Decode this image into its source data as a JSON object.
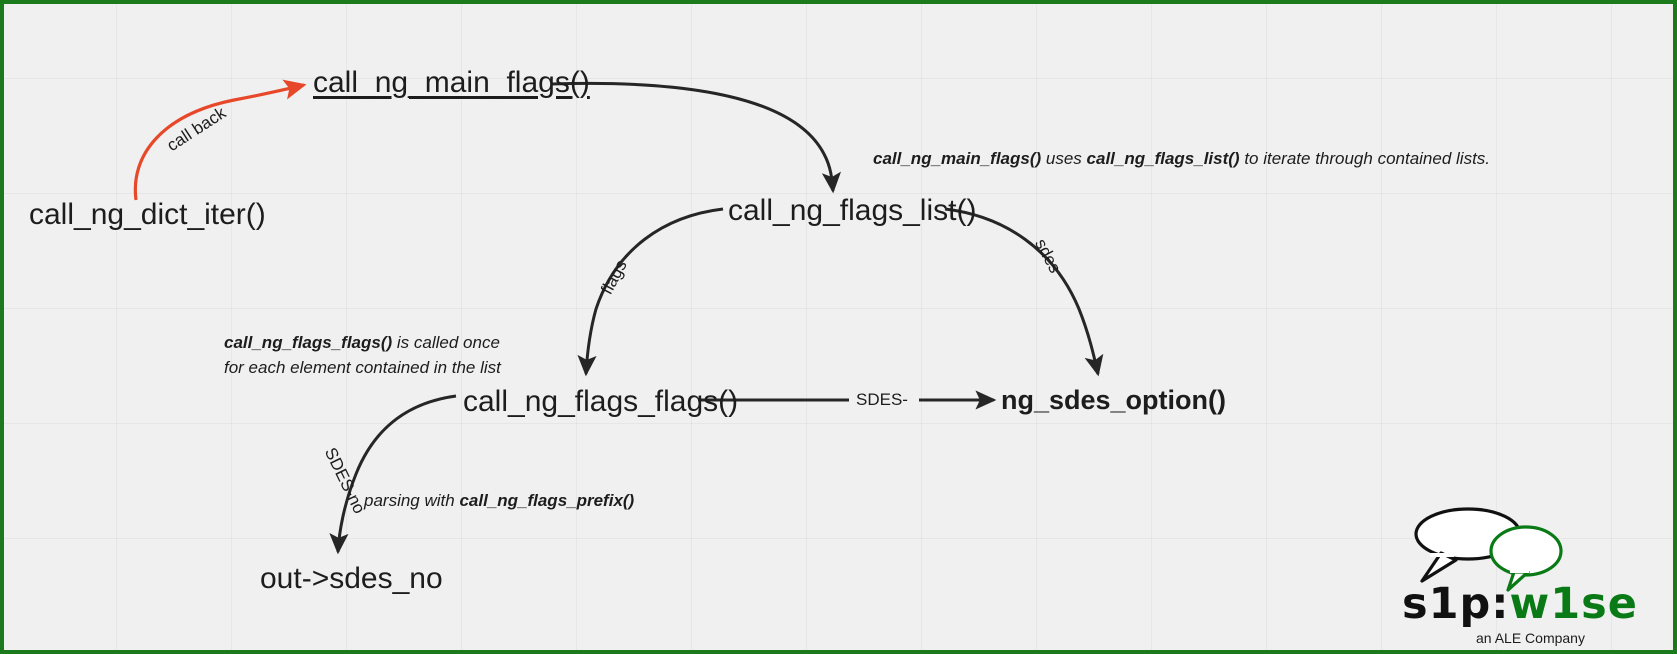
{
  "diagram": {
    "title": "call_ng_main_flags call flow",
    "border_color": "#1b7a1b",
    "background_color": "#f0f0f0",
    "callback_arrow_color": "#e8482a",
    "edge_color": "#262626",
    "nodes": {
      "dict_iter": "call_ng_dict_iter()",
      "main_flags": "call_ng_main_flags()",
      "flags_list": "call_ng_flags_list()",
      "flags_flags": "call_ng_flags_flags()",
      "sdes_option": "ng_sdes_option()",
      "out_sdes_no": "out->sdes_no"
    },
    "edge_labels": {
      "call_back": "call back",
      "flags": "flags",
      "sdes": "sdes",
      "sdes_dash": "SDES-",
      "sdes_no": "SDES-no"
    },
    "notes": {
      "main_note": {
        "part1": "call_ng_main_flags()",
        "part2": " uses ",
        "part3": "call_ng_flags_list()",
        "part4": " to iterate through contained lists."
      },
      "flags_note": {
        "part1": "call_ng_flags_flags()",
        "part2": " is called once",
        "line2": "for each element contained in the list"
      },
      "prefix_note": {
        "part1": "parsing with ",
        "part2": "call_ng_flags_prefix()"
      }
    },
    "logo": {
      "sip": "s1p:",
      "wise": "w1se",
      "tagline": "an ALE Company",
      "black": "#111111",
      "green": "#0a7a16"
    }
  }
}
